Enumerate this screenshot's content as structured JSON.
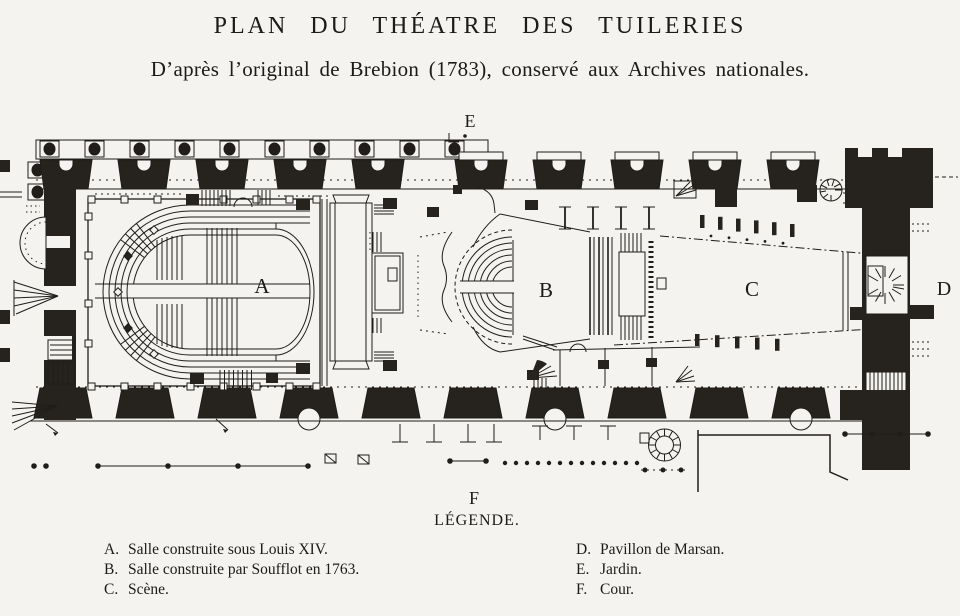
{
  "header": {
    "title": "PLAN DU THÉATRE DES TUILERIES",
    "subtitle": "D’après l’original de Brebion (1783), conservé aux Archives nationales."
  },
  "plan": {
    "labels": {
      "a": "A",
      "b": "B",
      "c": "C",
      "d": "D",
      "e": "E",
      "f": "F"
    }
  },
  "legend": {
    "caption": "LÉGENDE.",
    "columns": [
      {
        "items": [
          {
            "key": "A.",
            "text": "Salle construite sous Louis XIV."
          },
          {
            "key": "B.",
            "text": "Salle construite par Soufflot en 1763."
          },
          {
            "key": "C.",
            "text": "Scène."
          }
        ]
      },
      {
        "items": [
          {
            "key": "D.",
            "text": "Pavillon de Marsan."
          },
          {
            "key": "E.",
            "text": "Jardin."
          },
          {
            "key": "F.",
            "text": "Cour."
          }
        ]
      }
    ]
  },
  "colors": {
    "paper": "#f4f3ef",
    "ink": "#201d1a"
  }
}
